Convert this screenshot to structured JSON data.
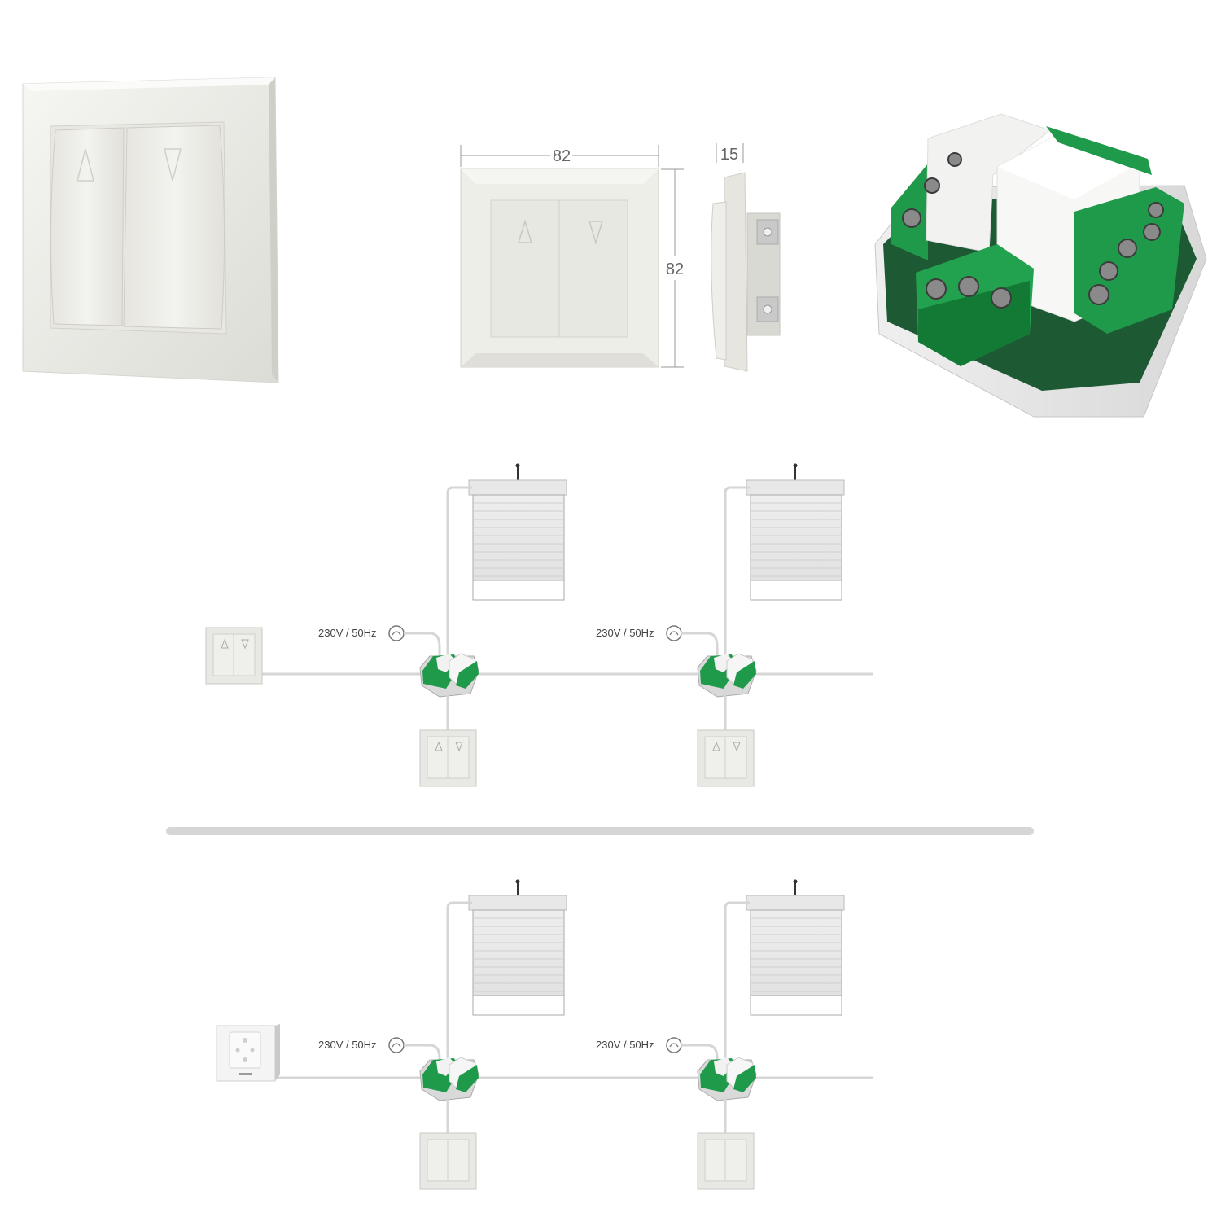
{
  "dimensions": {
    "width_value": "82",
    "height_value": "82",
    "depth_value": "15"
  },
  "diagrams": [
    {
      "switch_type": "rocker",
      "power_labels": [
        "230V / 50Hz",
        "230V / 50Hz"
      ]
    },
    {
      "switch_type": "wireless-remote",
      "power_labels": [
        "230V / 50Hz",
        "230V / 50Hz"
      ]
    }
  ],
  "colors": {
    "module_green": "#1f9a4a",
    "module_dark_green": "#137a36",
    "module_white": "#f4f4f2",
    "switch_face": "#ecebe6",
    "wire": "#d9d9d9",
    "line": "#bdbdbd",
    "text": "#555555",
    "divider": "#cfcfcf"
  },
  "icons": [
    "arrow-up-icon",
    "arrow-down-icon",
    "antenna-icon",
    "power-source-icon"
  ]
}
